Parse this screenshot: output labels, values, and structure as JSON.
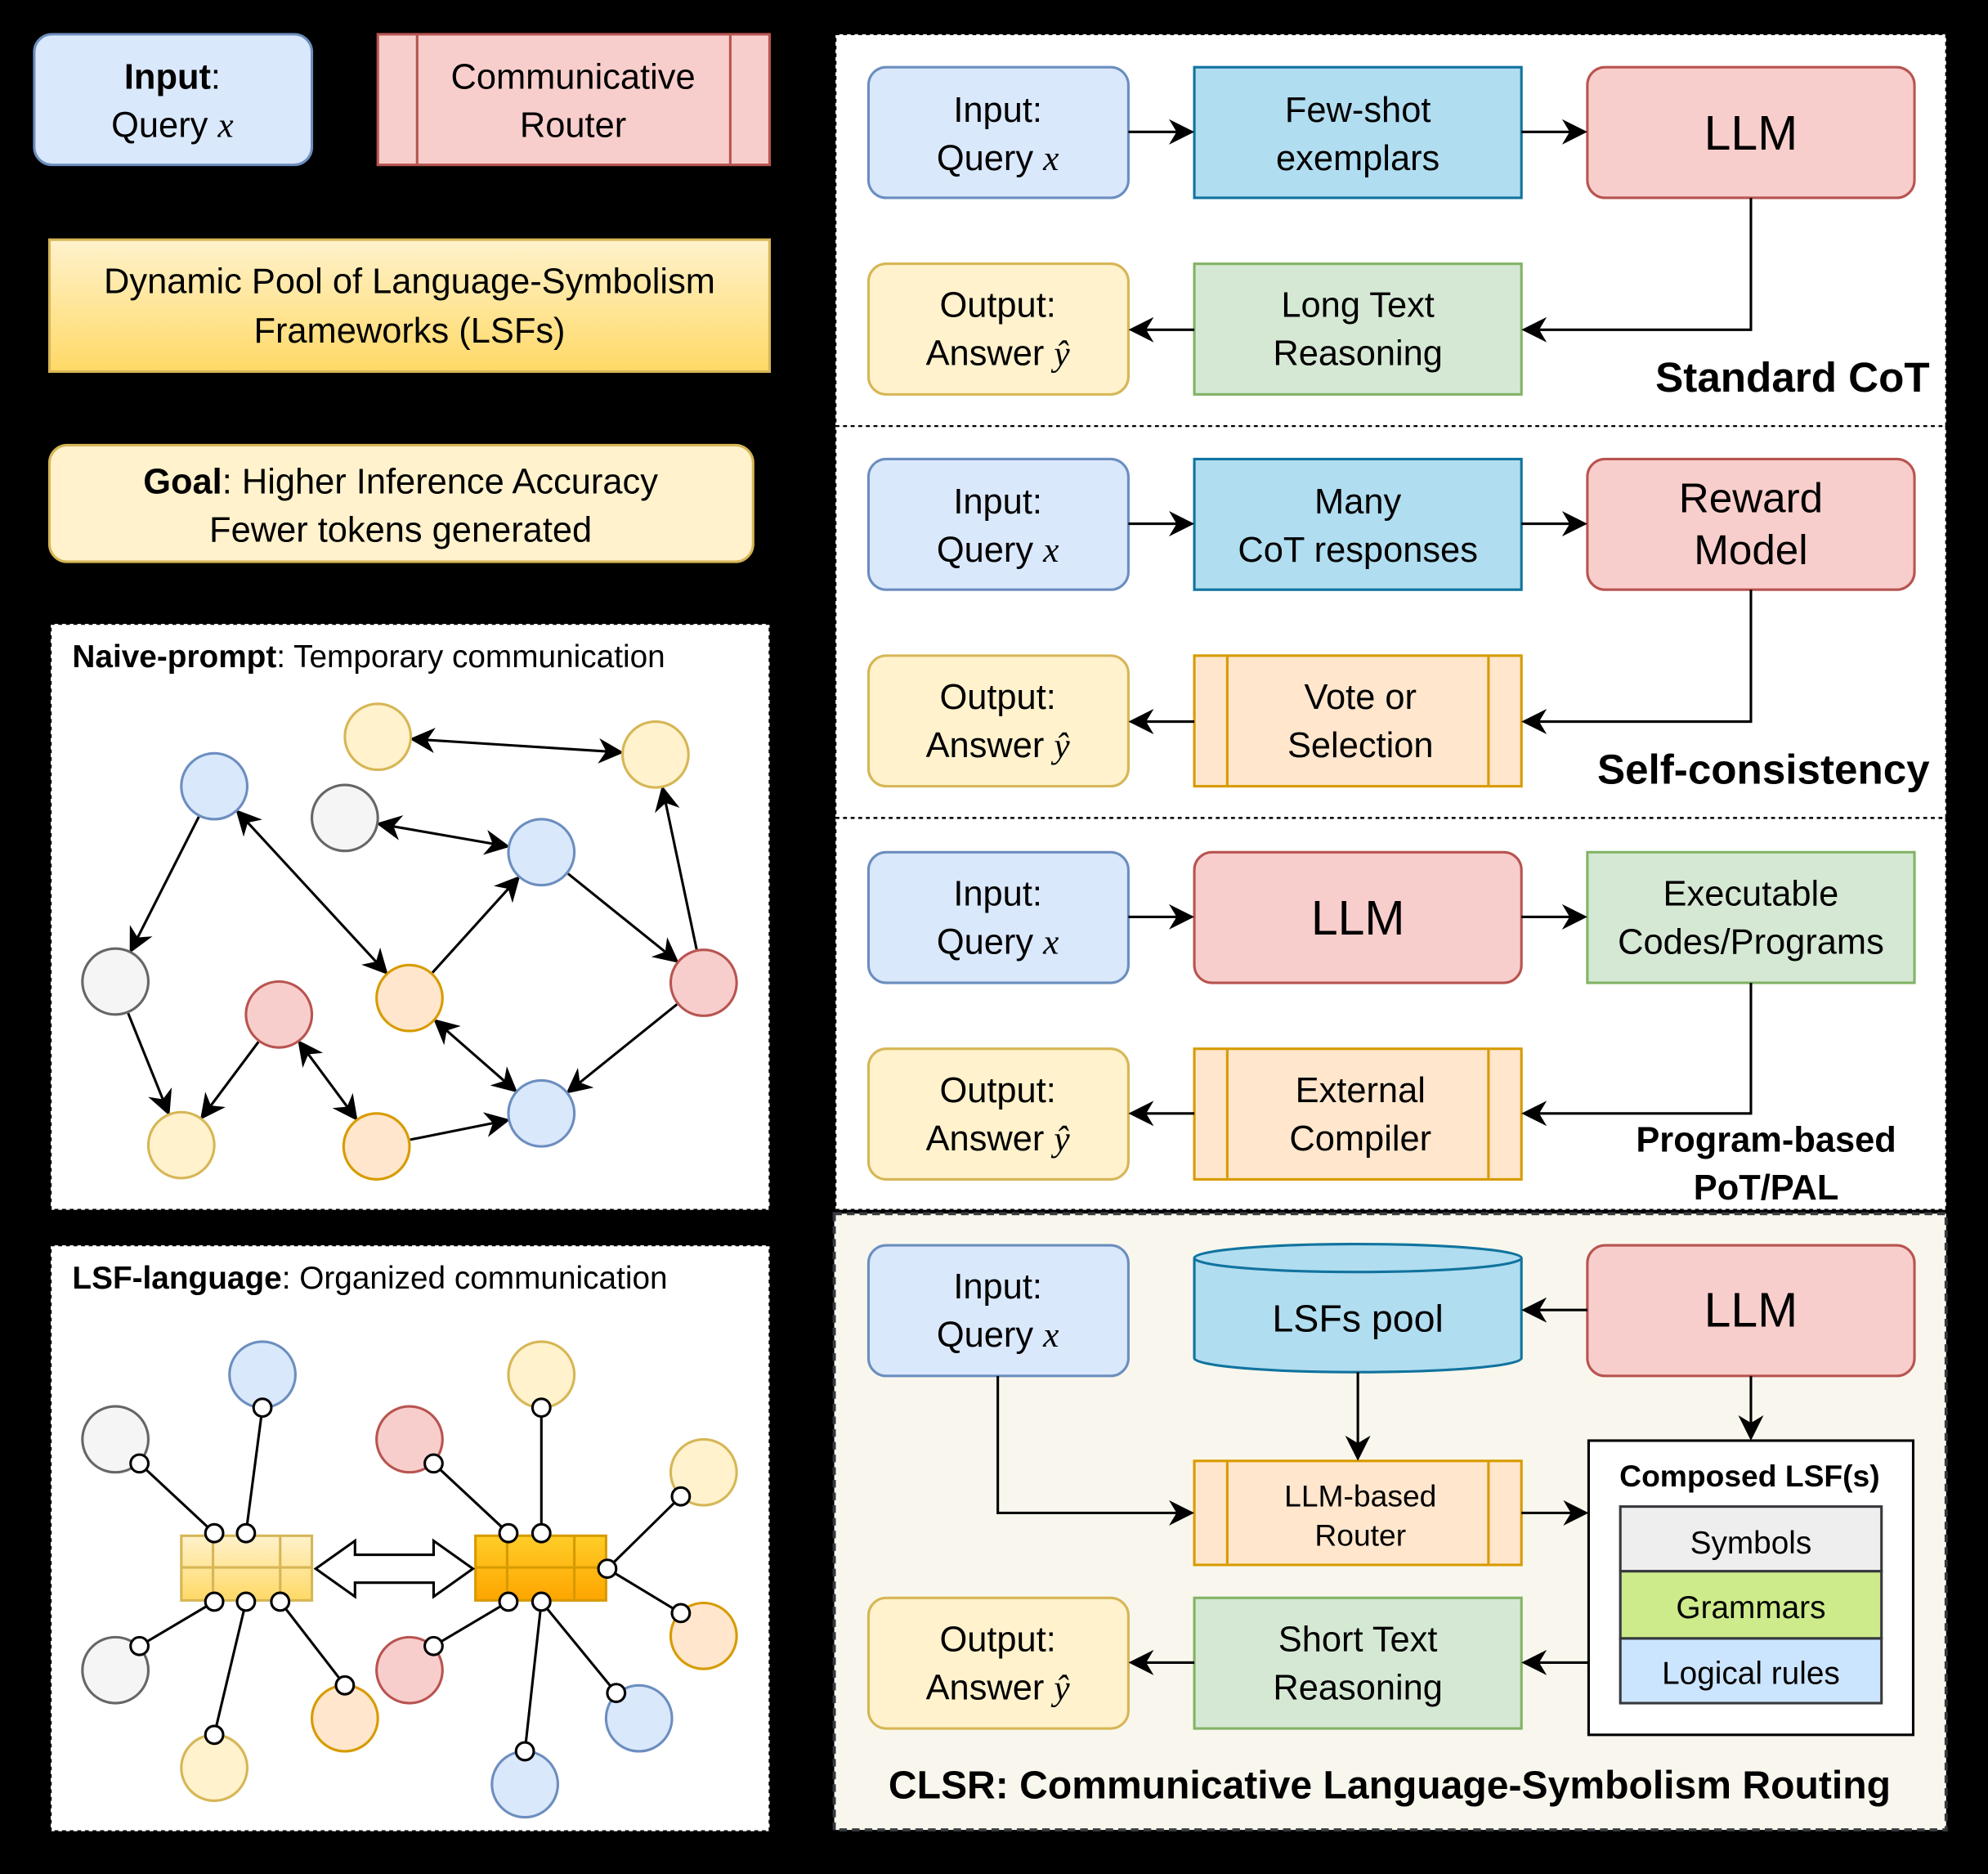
{
  "legend": {
    "input_bold": "Input",
    "input_rest": ":",
    "input_line2": "Query ",
    "input_var": "x",
    "router_line1": "Communicative",
    "router_line2": "Router",
    "pool_line1": "Dynamic Pool of Language-Symbolism",
    "pool_line2": "Frameworks (LSFs)",
    "goal_bold": "Goal",
    "goal_rest": ": Higher Inference Accuracy",
    "goal_line2": "Fewer tokens generated"
  },
  "naive_panel": {
    "title_bold": "Naive-prompt",
    "title_rest": ": Temporary communication"
  },
  "lsf_panel": {
    "title_bold": "LSF-language",
    "title_rest": ": Organized communication"
  },
  "common": {
    "input_line1": "Input:",
    "input_line2": "Query ",
    "input_var": "x",
    "output_line1": "Output:",
    "output_line2": "Answer ",
    "output_var": "ŷ"
  },
  "standard_cot": {
    "title": "Standard CoT",
    "exemplars_line1": "Few-shot",
    "exemplars_line2": "exemplars",
    "llm": "LLM",
    "reasoning_line1": "Long Text",
    "reasoning_line2": "Reasoning"
  },
  "self_consistency": {
    "title": "Self-consistency",
    "responses_line1": "Many",
    "responses_line2": "CoT responses",
    "reward_line1": "Reward",
    "reward_line2": "Model",
    "vote_line1": "Vote or",
    "vote_line2": "Selection"
  },
  "program_based": {
    "title_line1": "Program-based",
    "title_line2": "PoT/PAL",
    "llm": "LLM",
    "codes_line1": "Executable",
    "codes_line2": "Codes/Programs",
    "compiler_line1": "External",
    "compiler_line2": "Compiler"
  },
  "clsr": {
    "title": "CLSR: Communicative Language-Symbolism Routing",
    "pool": "LSFs pool",
    "llm": "LLM",
    "router_line1": "LLM-based",
    "router_line2": "Router",
    "composed_title": "Composed LSF(s)",
    "symbols": "Symbols",
    "grammars": "Grammars",
    "logical_rules": "Logical rules",
    "reasoning_line1": "Short Text",
    "reasoning_line2": "Reasoning"
  },
  "colors": {
    "blue_fill": "#dae8fc",
    "blue_stroke": "#6c8ebf",
    "red_fill": "#f8cecc",
    "red_stroke": "#b85450",
    "yellow_fill": "#fff2cc",
    "yellow_stroke": "#d6b656",
    "orange_fill": "#ffe6cc",
    "orange_stroke": "#d79b00",
    "green_fill": "#d5e8d4",
    "green_stroke": "#82b366",
    "cyan_fill": "#b1ddf0",
    "cyan_stroke": "#10739e",
    "grey_fill": "#f5f5f5",
    "grey_stroke": "#666666",
    "lime_fill": "#cdeb8b",
    "clsr_bg": "#f9f7ed"
  }
}
